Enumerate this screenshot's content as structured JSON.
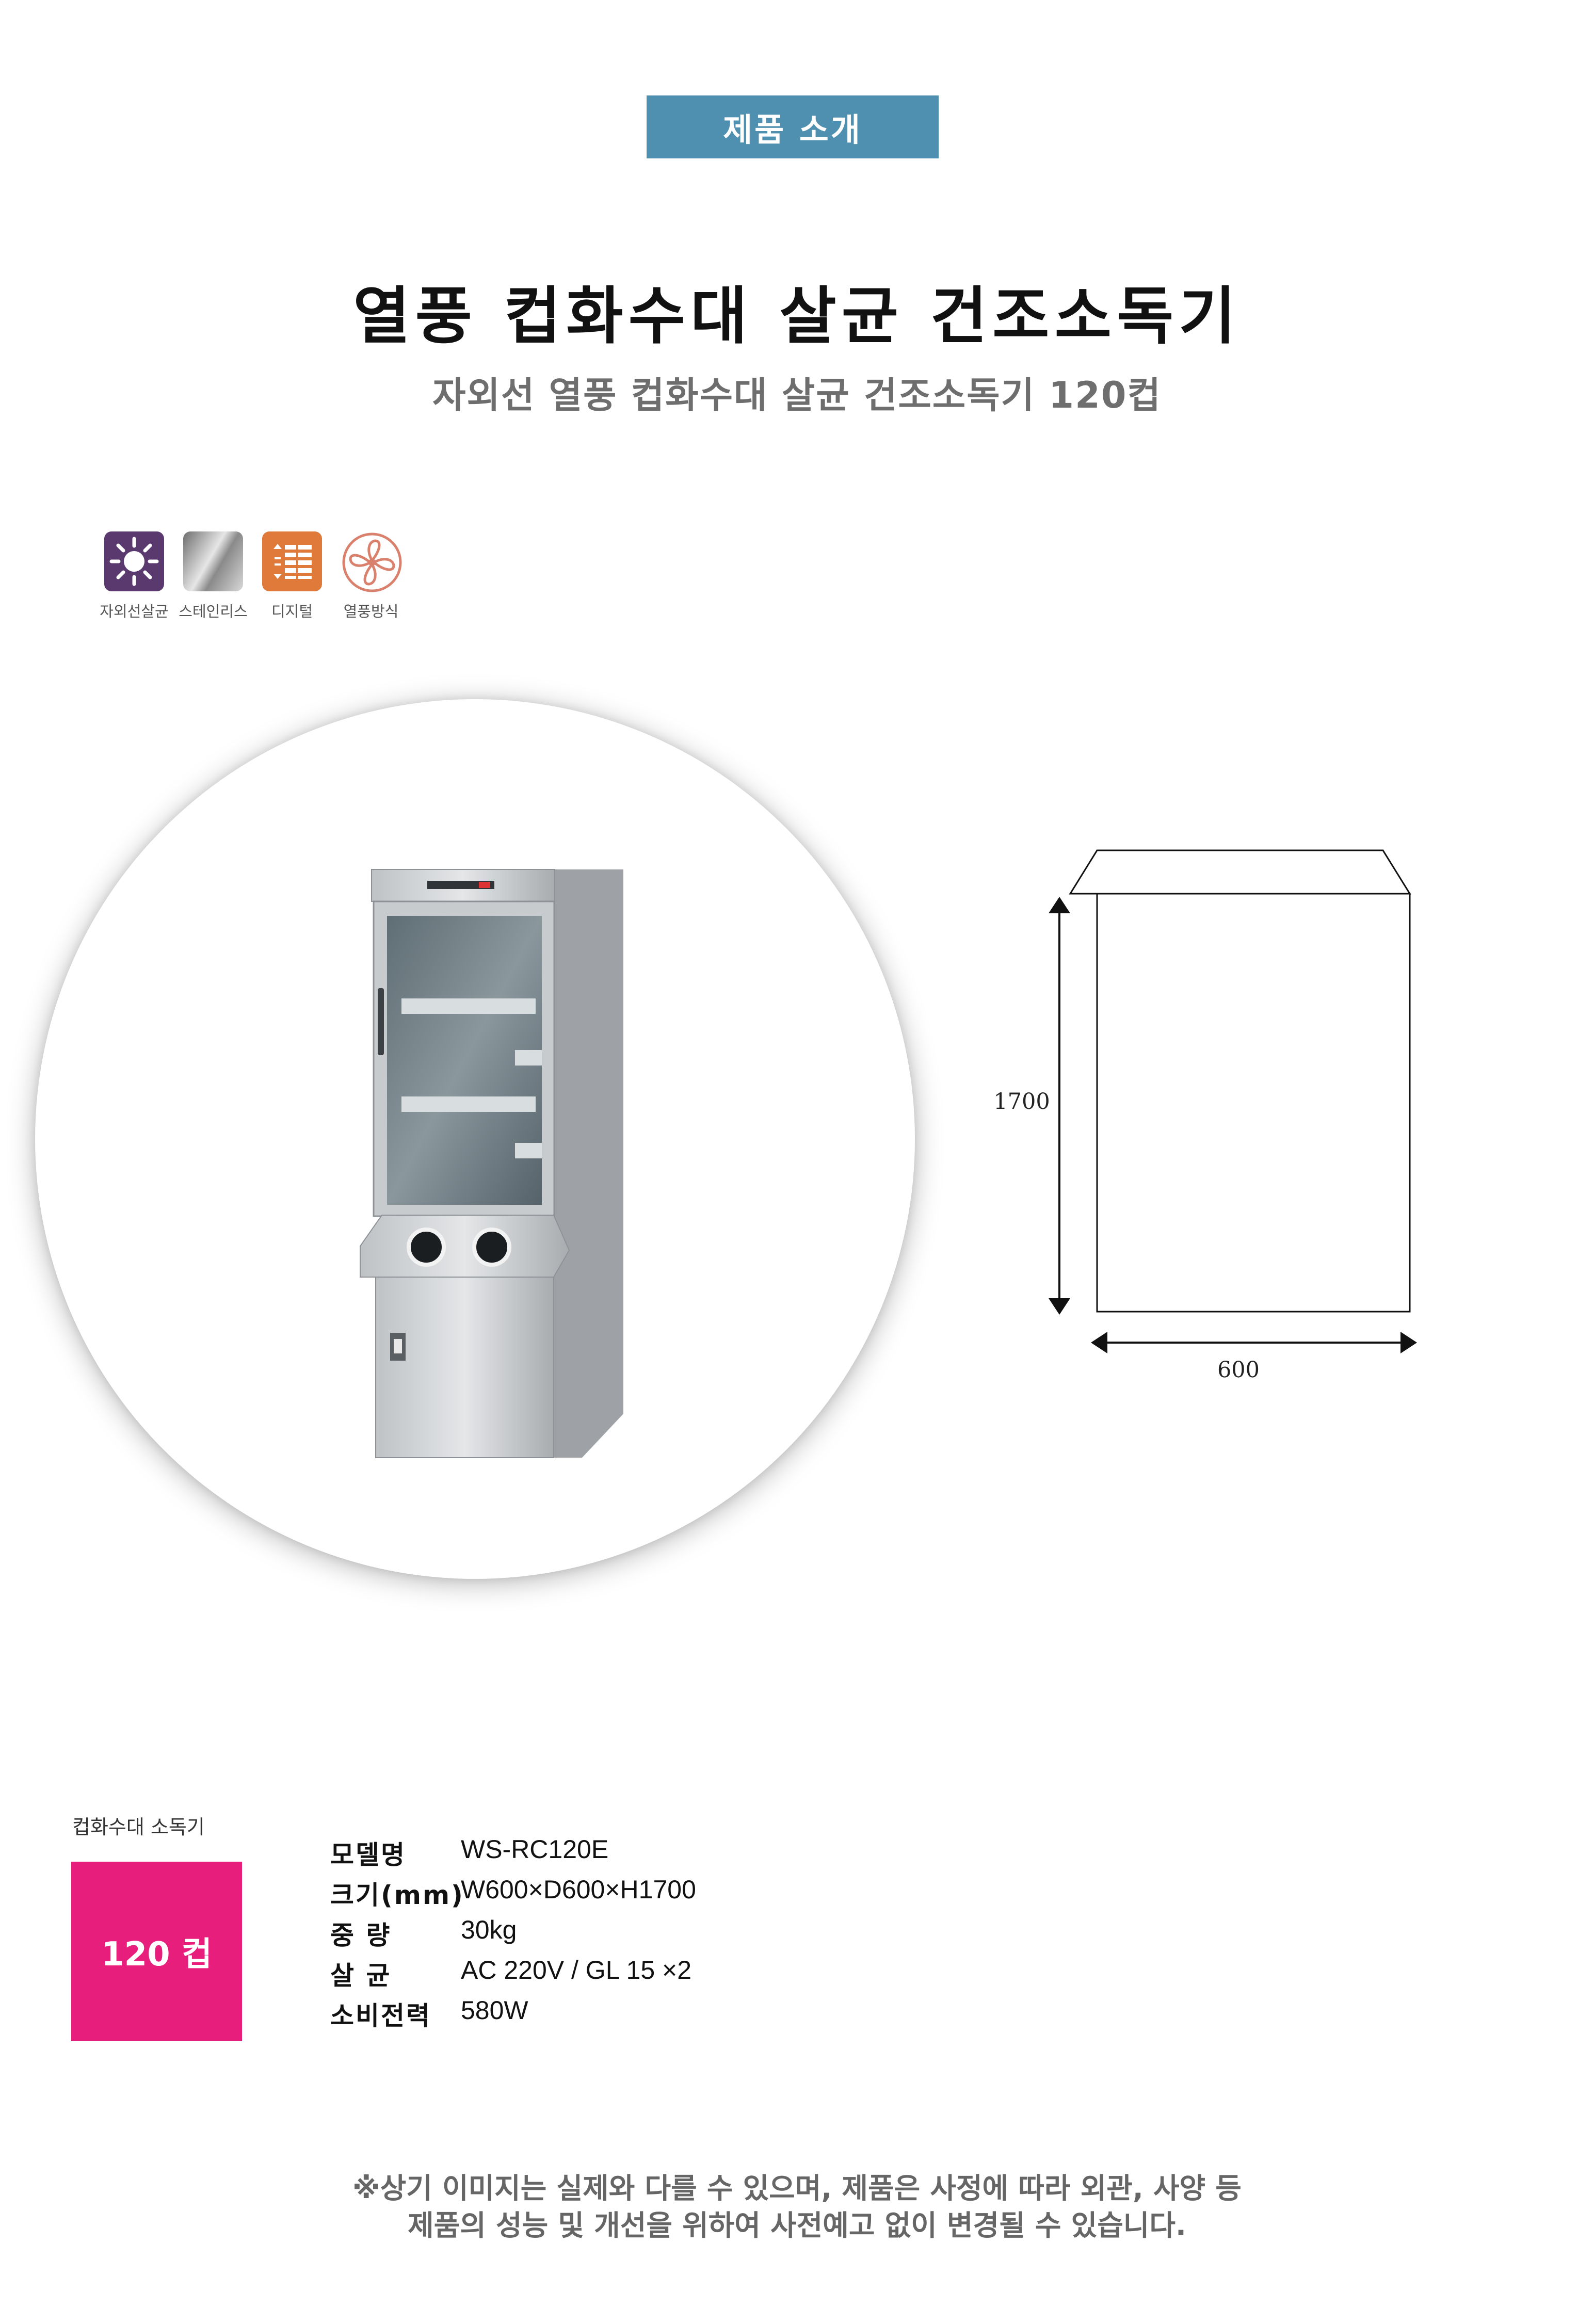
{
  "header": {
    "tag": "제품 소개"
  },
  "product": {
    "title": "열풍 컵화수대 살균 건조소독기",
    "subtitle": "자외선 열풍 컵화수대 살균 건조소독기 120컵"
  },
  "features": [
    {
      "label": "자외선살균",
      "icon": "uv-sun-icon",
      "color": "#5a3a6e"
    },
    {
      "label": "스테인리스",
      "icon": "stainless-icon",
      "color": "#9a9a9a"
    },
    {
      "label": "디지털",
      "icon": "digital-icon",
      "color": "#e07a3a"
    },
    {
      "label": "열풍방식",
      "icon": "fan-icon",
      "color": "#d9816c"
    }
  ],
  "dimensions": {
    "height": "1700",
    "width": "600"
  },
  "category": {
    "label": "컵화수대 소독기",
    "capacity": "120 컵",
    "color": "#e81e7c"
  },
  "specs": [
    {
      "key": "모델명",
      "value": "WS-RC120E"
    },
    {
      "key": "크기(mm)",
      "value": "W600×D600×H1700"
    },
    {
      "key": "중 량",
      "value": "30kg"
    },
    {
      "key": "살 균",
      "value": "AC 220V / GL 15 ×2"
    },
    {
      "key": "소비전력",
      "value": "580W"
    }
  ],
  "notice": {
    "line1": "※상기 이미지는 실제와 다를 수 있으며, 제품은 사정에 따라 외관, 사양 등",
    "line2": "제품의 성능 및 개선을 위하여 사전예고 없이 변경될 수 있습니다."
  }
}
